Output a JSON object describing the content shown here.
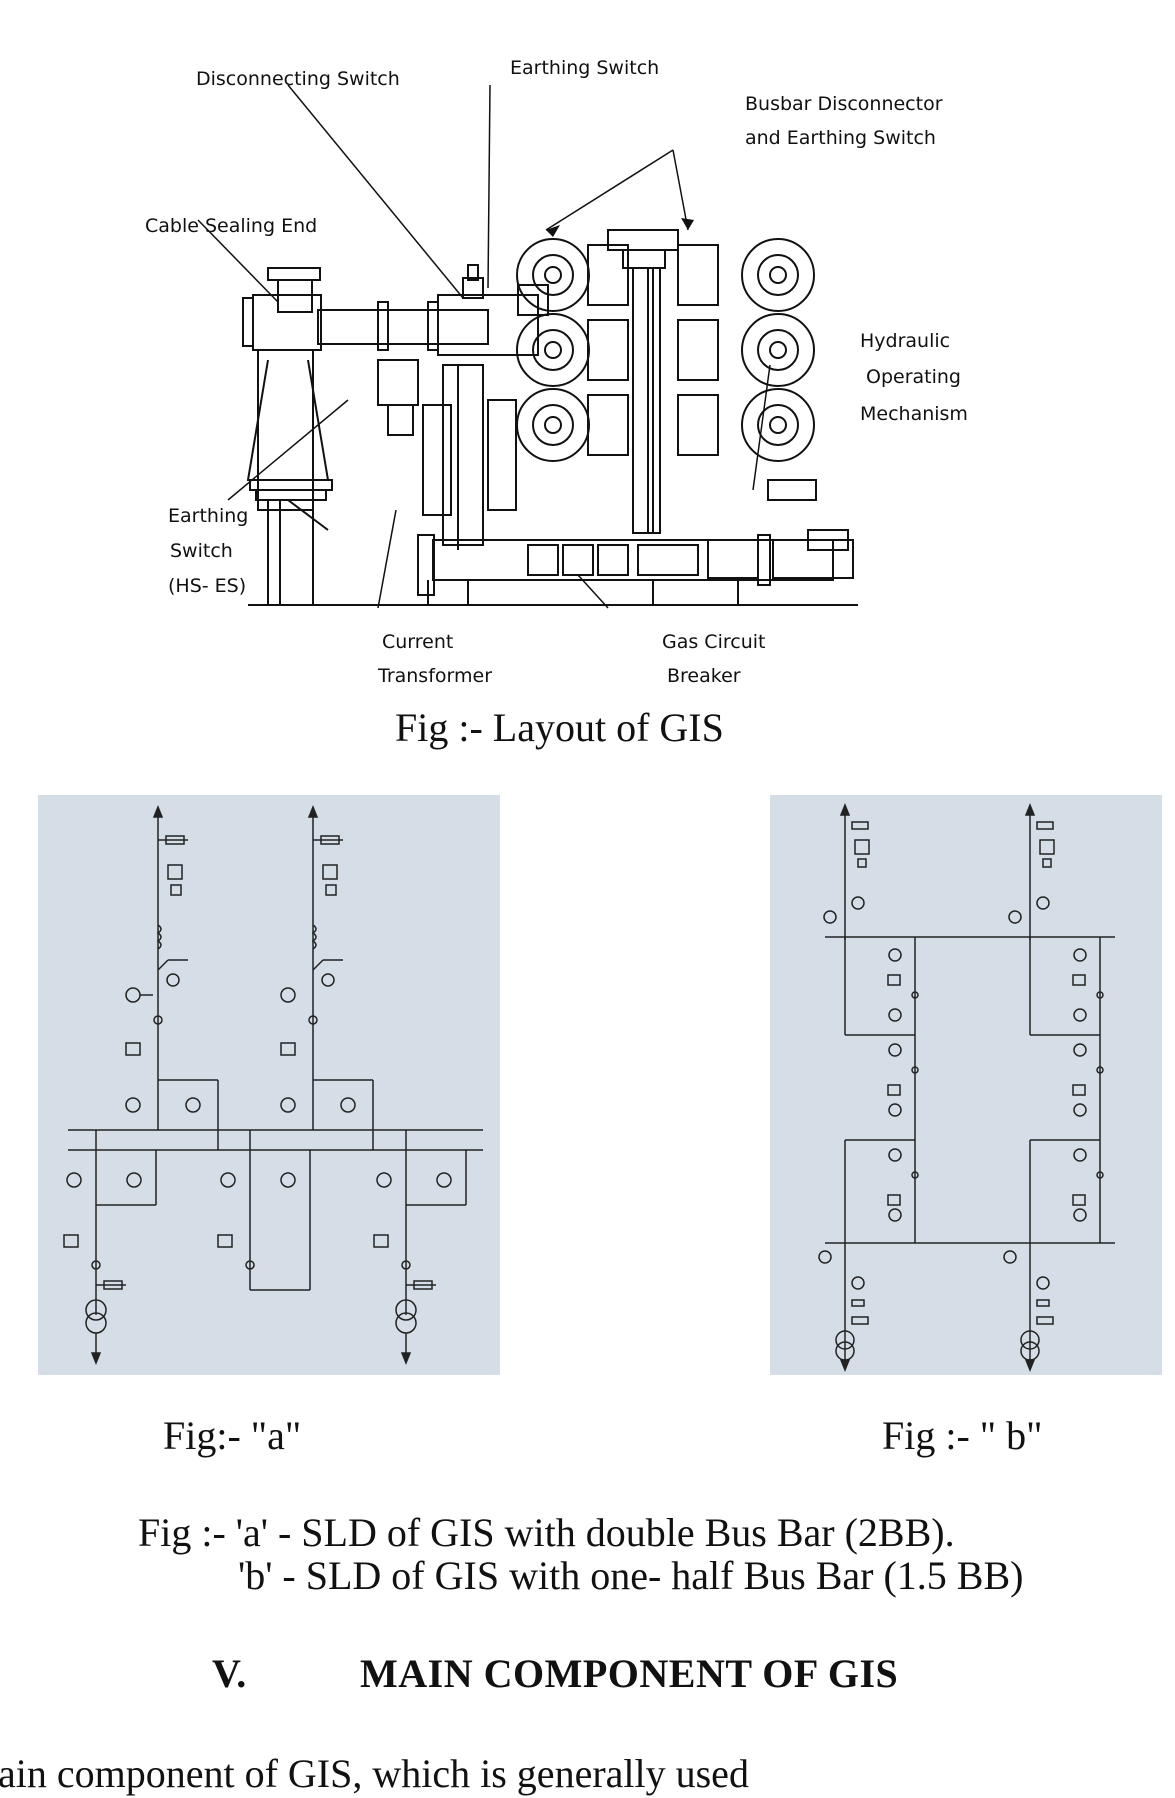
{
  "layout_figure": {
    "labels": {
      "disconnecting_switch": "Disconnecting Switch",
      "earthing_switch_top": "Earthing Switch",
      "busbar_line1": "Busbar Disconnector",
      "busbar_line2": "and Earthing Switch",
      "cable_sealing_end": "Cable Sealing End",
      "hydraulic_line1": "Hydraulic",
      "hydraulic_line2": "Operating",
      "hydraulic_line3": "Mechanism",
      "earthing_line1": "Earthing",
      "earthing_line2": "Switch",
      "earthing_line3": "(HS- ES)",
      "ct_line1": "Current",
      "ct_line2": "Transformer",
      "gcb_line1": "Gas Circuit",
      "gcb_line2": "Breaker"
    },
    "caption": "Fig :- Layout of GIS"
  },
  "sld": {
    "fig_a_label": "Fig:- \"a\"",
    "fig_b_label": "Fig :- \" b\"",
    "caption_line1": "Fig :- 'a' - SLD of GIS with double Bus Bar (2BB).",
    "caption_line2": "'b' - SLD of GIS with one- half Bus Bar (1.5 BB)"
  },
  "section": {
    "number": "V.",
    "title": "MAIN COMPONENT OF GIS",
    "body_partial": "ain component of GIS, which is generally used"
  }
}
